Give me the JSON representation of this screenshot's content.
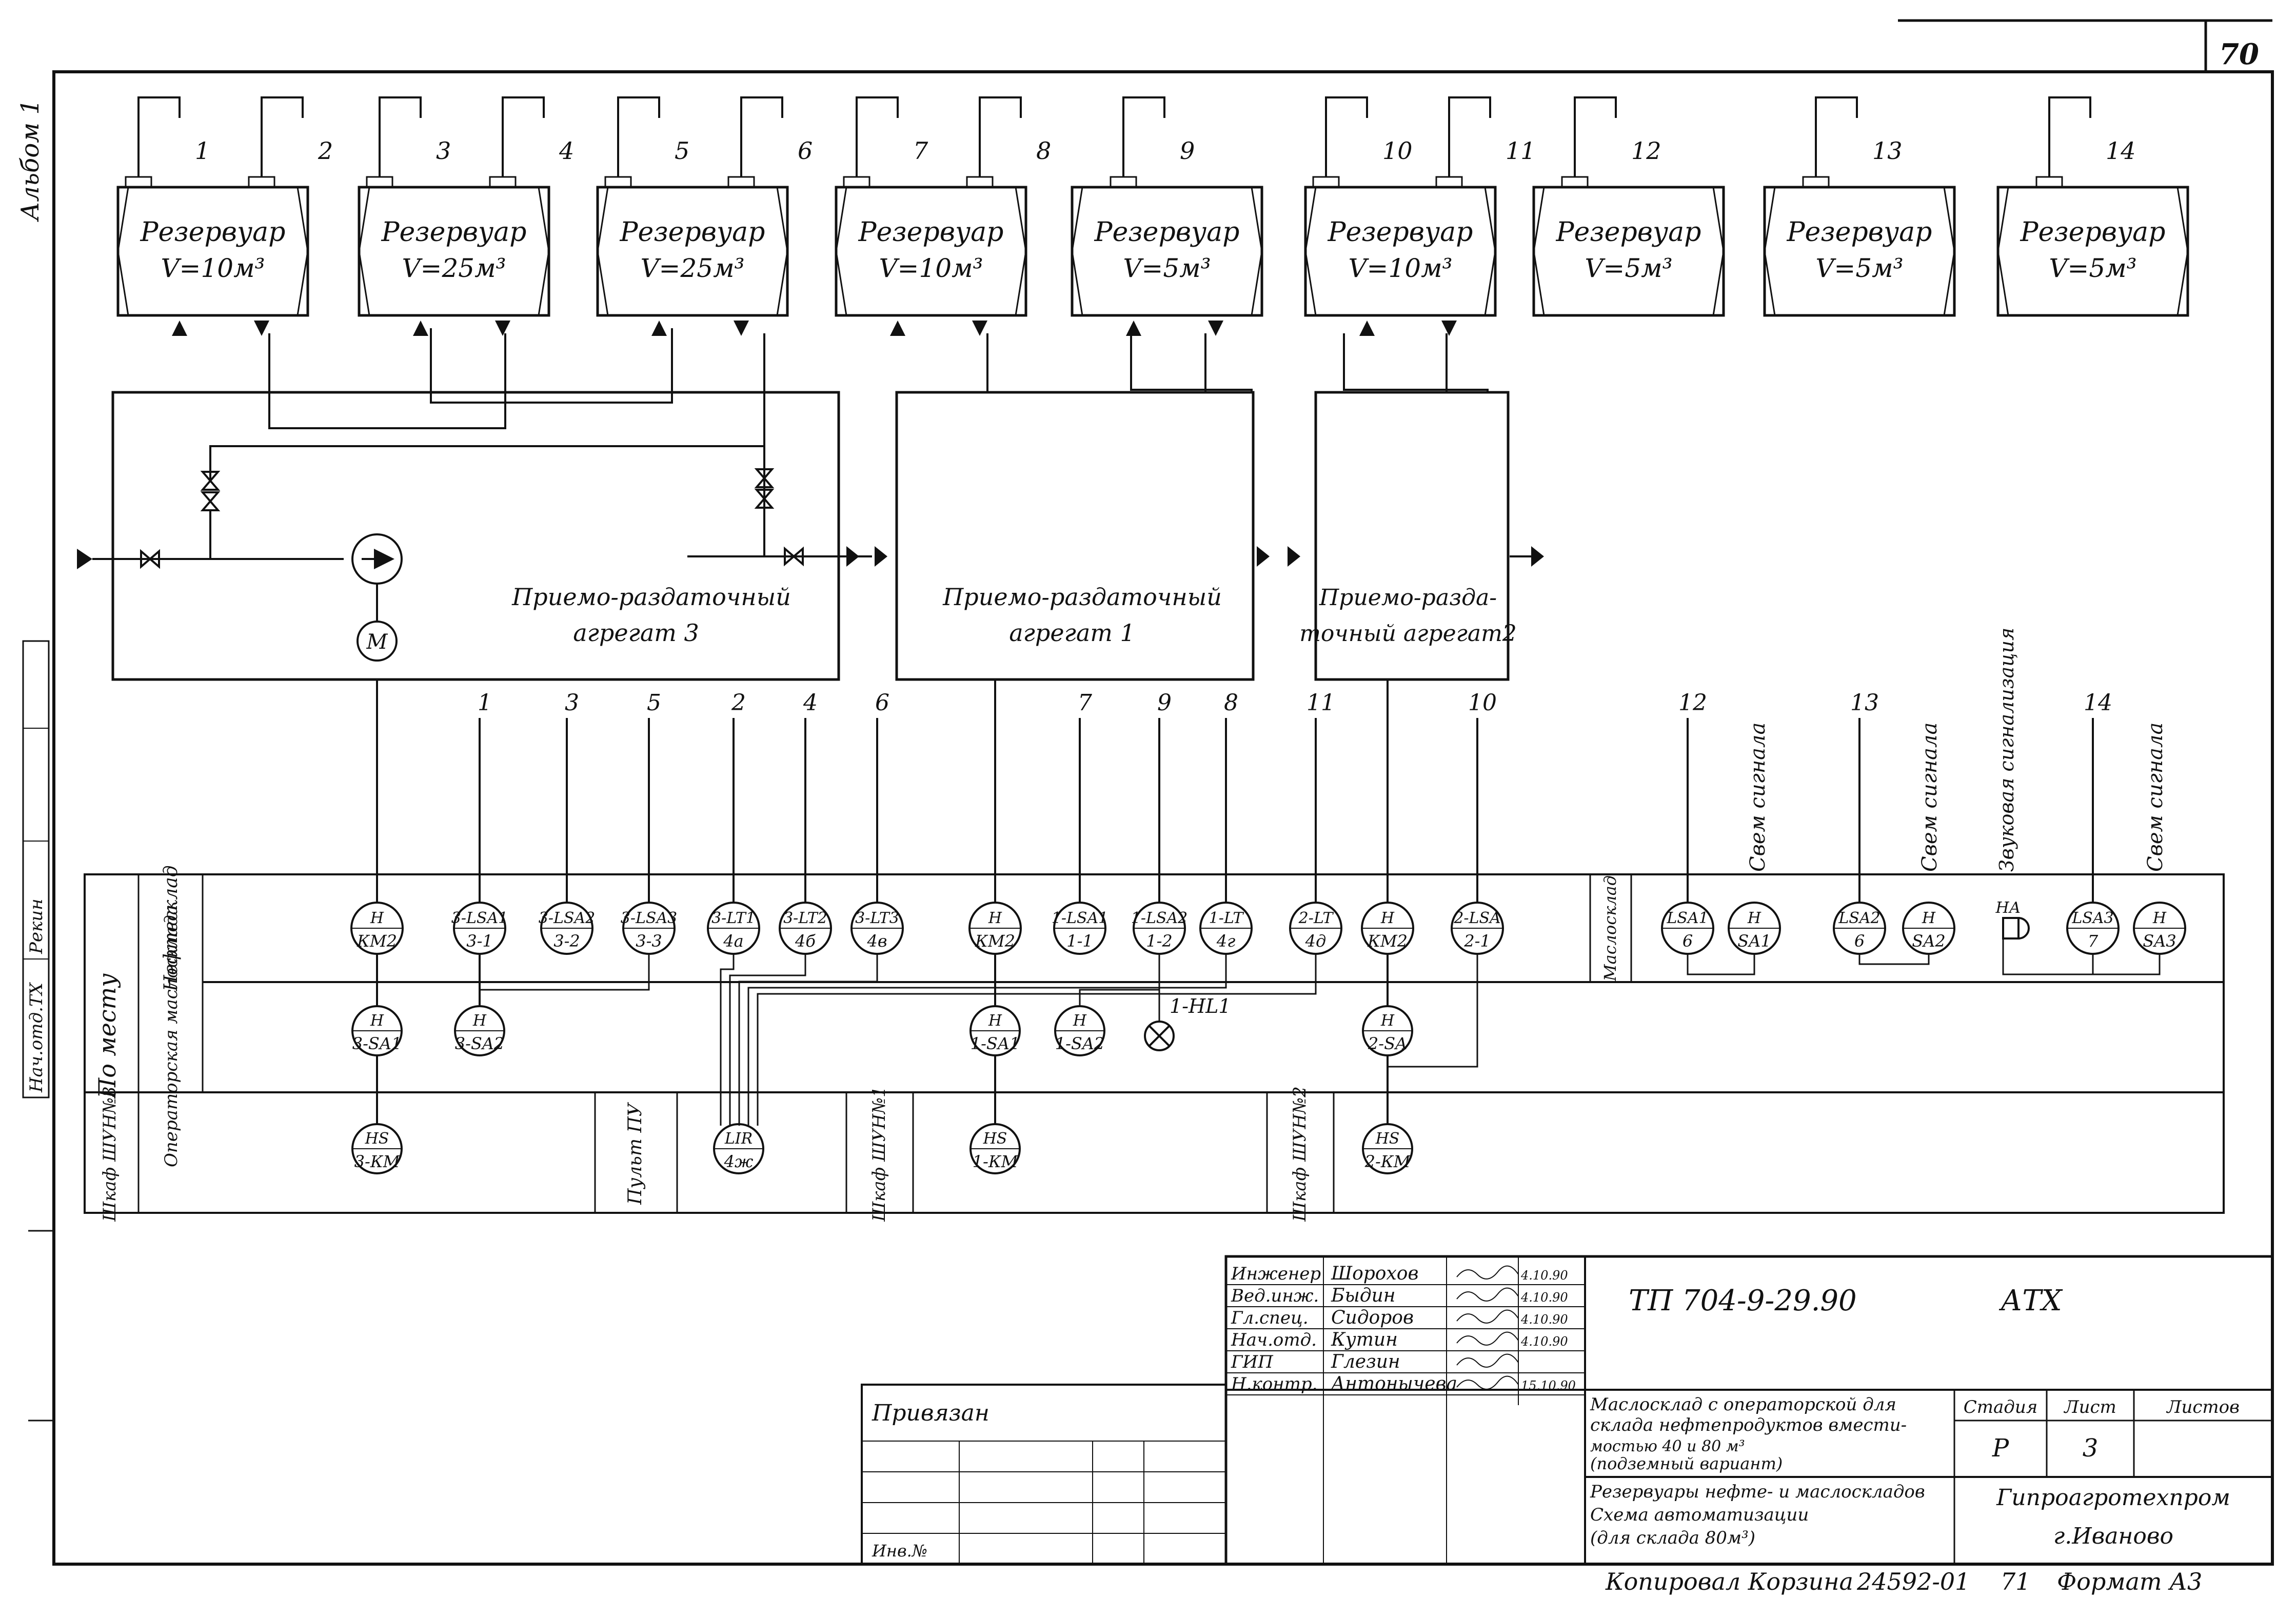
{
  "sheet_number": "70",
  "album_label": "Альбом 1",
  "tanks": [
    {
      "title": "Резервуар",
      "volume": "V=10м³",
      "nozzles": [
        "1",
        "2"
      ]
    },
    {
      "title": "Резервуар",
      "volume": "V=25м³",
      "nozzles": [
        "3",
        "4"
      ]
    },
    {
      "title": "Резервуар",
      "volume": "V=25м³",
      "nozzles": [
        "5",
        "6"
      ]
    },
    {
      "title": "Резервуар",
      "volume": "V=10м³",
      "nozzles": [
        "7",
        "8"
      ]
    },
    {
      "title": "Резервуар",
      "volume": "V=5м³",
      "nozzles": [
        "9"
      ]
    },
    {
      "title": "Резервуар",
      "volume": "V=10м³",
      "nozzles": [
        "10",
        "11"
      ]
    },
    {
      "title": "Резервуар",
      "volume": "V=5м³",
      "nozzles": [
        "12"
      ]
    },
    {
      "title": "Резервуар",
      "volume": "V=5м³",
      "nozzles": [
        "13"
      ]
    },
    {
      "title": "Резервуар",
      "volume": "V=5м³",
      "nozzles": [
        "14"
      ]
    }
  ],
  "units": {
    "unit3": [
      "Приемо-раздаточный",
      "агрегат 3"
    ],
    "unit1": [
      "Приемо-раздаточный",
      "агрегат 1"
    ],
    "unit2": [
      "Приемо-разда-",
      "точный агрегат2"
    ],
    "motor": "M"
  },
  "line_numbers": [
    "1",
    "3",
    "5",
    "2",
    "4",
    "6",
    "7",
    "9",
    "8",
    "11",
    "10",
    "12",
    "13",
    "14"
  ],
  "vertical_notes": [
    "Свем сигнала",
    "Свем сигнала",
    "Звуковая сигнализация",
    "Свем сигнала"
  ],
  "rows": {
    "local": "По месту",
    "oil_depot": "Нефтесклад",
    "operator_room": "Операторская маслосклада",
    "oil_store": "Маслосклад",
    "cabinet3": "Шкаф ШУН№3",
    "panel": "Пульт ПУ",
    "cabinet1": "Шкаф ШУН№1",
    "cabinet2": "Шкаф ШУН№2"
  },
  "instruments": {
    "local": [
      {
        "top": "H",
        "bottom": "КМ2"
      },
      {
        "top": "3-LSA1",
        "bottom": "3-1"
      },
      {
        "top": "3-LSA2",
        "bottom": "3-2"
      },
      {
        "top": "3-LSA3",
        "bottom": "3-3"
      },
      {
        "top": "3-LT1",
        "bottom": "4а"
      },
      {
        "top": "3-LT2",
        "bottom": "4б"
      },
      {
        "top": "3-LT3",
        "bottom": "4в"
      },
      {
        "top": "H",
        "bottom": "КМ2"
      },
      {
        "top": "1-LSA1",
        "bottom": "1-1"
      },
      {
        "top": "1-LSA2",
        "bottom": "1-2"
      },
      {
        "top": "1-LT",
        "bottom": "4г"
      },
      {
        "top": "2-LT",
        "bottom": "4д"
      },
      {
        "top": "H",
        "bottom": "КМ2"
      },
      {
        "top": "2-LSA",
        "bottom": "2-1"
      }
    ],
    "oil_store": [
      {
        "top": "LSA1",
        "bottom": "6"
      },
      {
        "top": "H",
        "bottom": "SA1"
      },
      {
        "top": "LSA2",
        "bottom": "6"
      },
      {
        "top": "H",
        "bottom": "SA2"
      },
      {
        "top": "LSA3",
        "bottom": "7"
      },
      {
        "top": "H",
        "bottom": "SA3"
      }
    ],
    "horn": "НА",
    "operator": [
      {
        "top": "H",
        "bottom": "3-SA1"
      },
      {
        "top": "H",
        "bottom": "3-SA2"
      },
      {
        "top": "H",
        "bottom": "1-SA1"
      },
      {
        "top": "H",
        "bottom": "1-SA2"
      },
      {
        "top": "H",
        "bottom": "2-SA"
      }
    ],
    "lamp": "1-HL1",
    "cabinet": [
      {
        "top": "HS",
        "bottom": "3-КМ"
      },
      {
        "top": "LIR",
        "bottom": "4ж"
      },
      {
        "top": "HS",
        "bottom": "1-КМ"
      },
      {
        "top": "HS",
        "bottom": "2-КМ"
      }
    ]
  },
  "left_stamp": [
    "Нач.отд.ТХ",
    "Рекин"
  ],
  "title_block": {
    "signers": [
      {
        "role": "Инженер",
        "name": "Шорохов",
        "date": "4.10.90"
      },
      {
        "role": "Вед.инж.",
        "name": "Быдин",
        "date": "4.10.90"
      },
      {
        "role": "Гл.спец.",
        "name": "Сидоров",
        "date": "4.10.90"
      },
      {
        "role": "Нач.отд.",
        "name": "Кутин",
        "date": "4.10.90"
      },
      {
        "role": "ГИП",
        "name": "Глезин",
        "date": ""
      },
      {
        "role": "Н.контр.",
        "name": "Антонычева",
        "date": "15.10.90"
      }
    ],
    "doc_code": "ТП 704-9-29.90",
    "mark": "АТХ",
    "description": [
      "Маслосклад с операторской для",
      "склада нефтепродуктов вмести-",
      "мостью 40 и 80 м³",
      "(подземный вариант)"
    ],
    "sheet_title": [
      "Резервуары нефте- и маслоскладов",
      "Схема автоматизации",
      "(для склада 80м³)"
    ],
    "stage_label": "Стадия",
    "sheet_label": "Лист",
    "sheets_label": "Листов",
    "stage": "Р",
    "sheet": "3",
    "organization": [
      "Гипроагротехпром",
      "г.Иваново"
    ],
    "attached": "Привязан",
    "inv_label": "Инв.№"
  },
  "footer": {
    "copied": "Копировал Корзина",
    "code": "24592-01",
    "page": "71",
    "format": "Формат А3"
  }
}
